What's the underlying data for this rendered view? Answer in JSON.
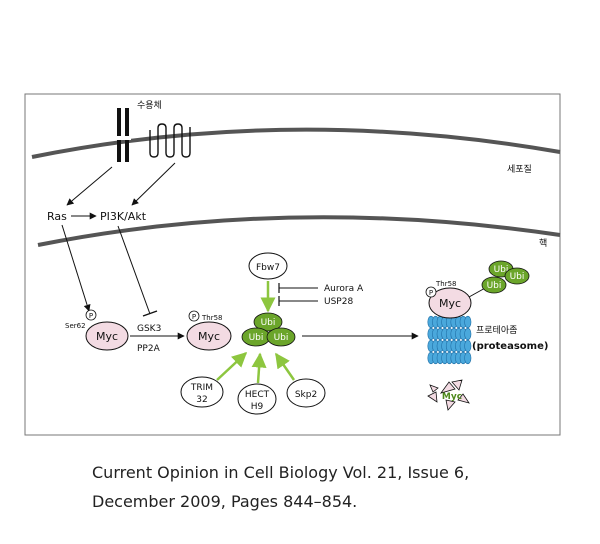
{
  "diagram": {
    "labels": {
      "receptor": "수용체",
      "cytoplasm": "세포질",
      "nucleus": "핵",
      "ras": "Ras",
      "pi3k": "PI3K/Akt",
      "gsk3": "GSK3",
      "pp2a": "PP2A",
      "myc": "Myc",
      "ser62": "Ser62",
      "thr58": "Thr58",
      "p": "P",
      "fbw7": "Fbw7",
      "aurora": "Aurora A",
      "usp28": "USP28",
      "ubi": "Ubi",
      "trim_1": "TRIM",
      "trim_2": "32",
      "hect_1": "HECT",
      "hect_2": "H9",
      "skp2": "Skp2",
      "proteasome_kr": "프로테아좀",
      "proteasome_en": "(proteasome)"
    },
    "colors": {
      "myc_fill": "#f3dbe3",
      "ubi_fill": "#6ba52a",
      "green_arrow": "#8dc63f",
      "proteasome_blue": "#4aa8dc",
      "proteasome_dark": "#1f6ea5",
      "membrane": "#555555"
    }
  },
  "caption": {
    "line1": "Current Opinion in Cell Biology Vol. 21, Issue 6,",
    "line2": "December 2009, Pages 844–854."
  }
}
